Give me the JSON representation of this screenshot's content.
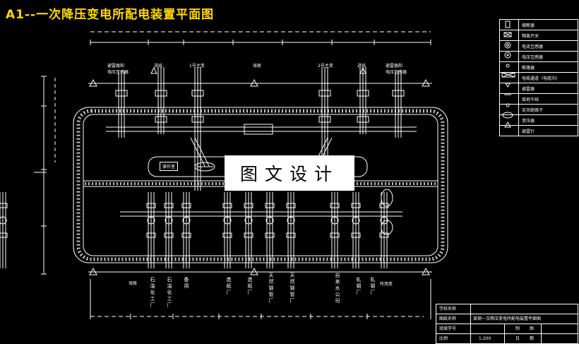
{
  "title": "A1--一次降压变电所配电装置平面图",
  "legend": [
    {
      "icon": "fuse-icon",
      "label": "熔断器"
    },
    {
      "icon": "load-switch-icon",
      "label": "隔离开关"
    },
    {
      "icon": "current-transformer-icon",
      "label": "电流互感器"
    },
    {
      "icon": "voltage-transformer-icon",
      "label": "电压互感器"
    },
    {
      "icon": "breaker-icon",
      "label": "断路器"
    },
    {
      "icon": "cable-duct-icon",
      "label": "电缆通道（电缆沟）"
    },
    {
      "icon": "arrester-icon",
      "label": "避雷器"
    },
    {
      "icon": "grounding-icon",
      "label": "接地干线"
    },
    {
      "icon": "insulator-icon",
      "label": "支持绝缘子"
    },
    {
      "icon": "transformer-icon",
      "label": "变压器"
    },
    {
      "icon": "lightning-rod-icon",
      "label": "避雷针"
    }
  ],
  "top_labels": [
    "避雷器和",
    "电压互感器",
    "进线",
    "1号主变",
    "母联",
    "2号主变",
    "进线",
    "避雷器和",
    "电压互感器"
  ],
  "room_label": "操作室",
  "watermark": "图文设计",
  "bottom_feeders": [
    "母联",
    "石油化工厂",
    "石油化工厂",
    "备用",
    "造纸厂",
    "造纸厂",
    "天然钢管厂",
    "天然钢管厂",
    "自来水公司",
    "轧钢厂",
    "轧钢厂",
    "所用变"
  ],
  "title_block": {
    "school_label": "学校名称",
    "drawing_label": "图纸名称",
    "drawing_value": "某钢一次降压变电所配电装置平面图",
    "class_label": "班级学号",
    "draw_label": "制",
    "draw_label2": "图",
    "scale_label": "比例",
    "scale_value": "1:200",
    "date_label": "日",
    "date_label2": "期"
  }
}
